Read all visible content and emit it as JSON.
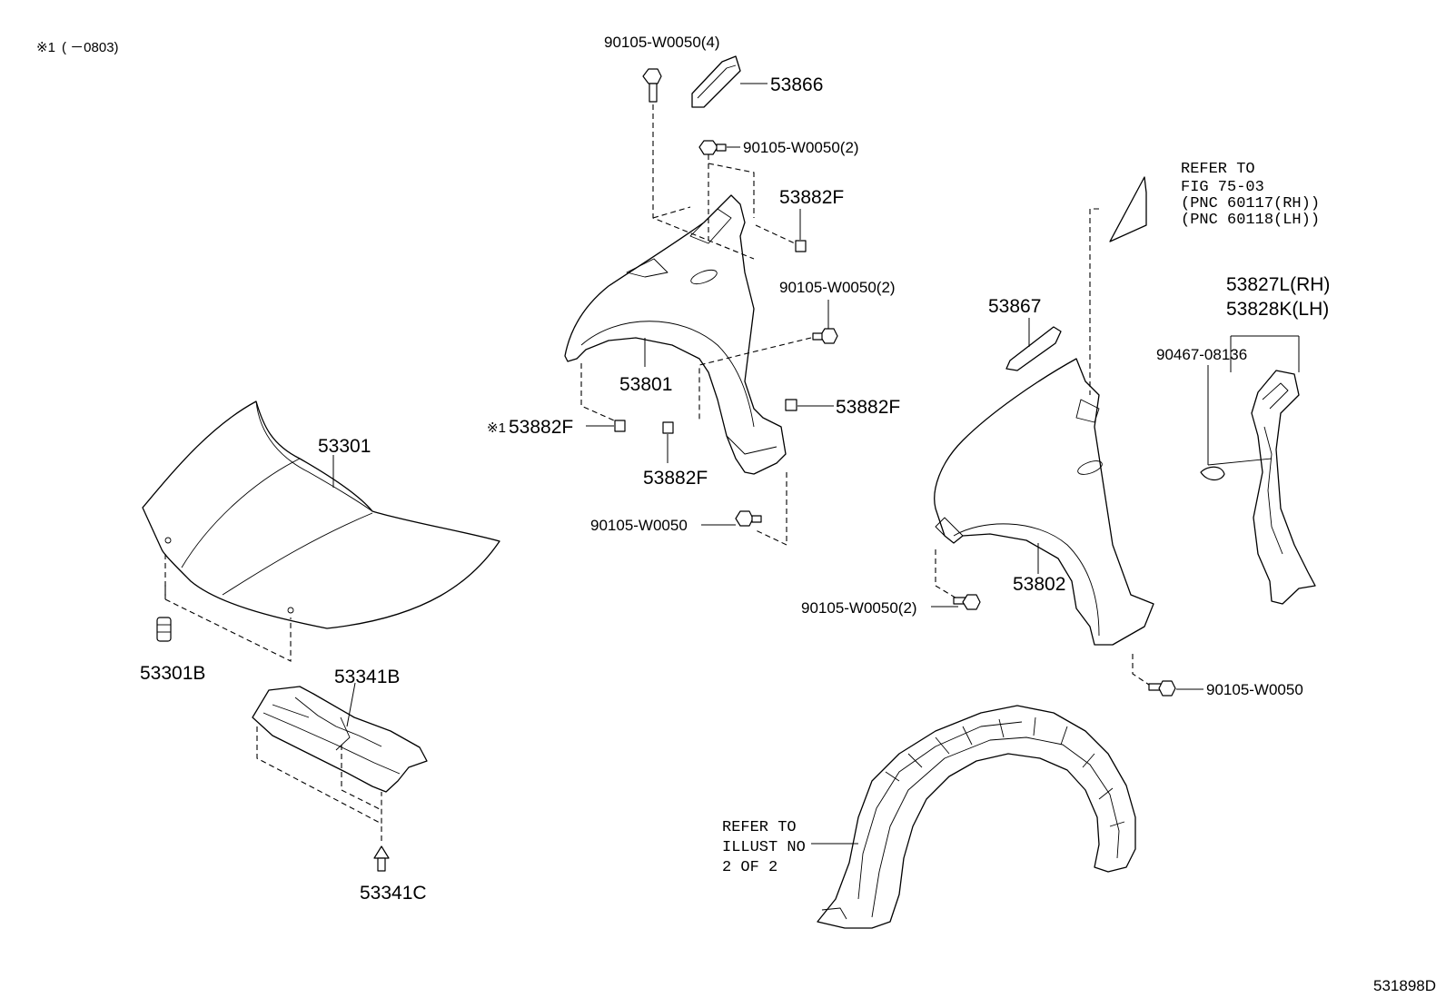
{
  "note": {
    "mark": "※1",
    "range": "(     －0803)"
  },
  "figure_code": "531898D",
  "parts": {
    "hood": "53301",
    "hood_cushion": "53301B",
    "hood_seal": "53341B",
    "hood_clip": "53341C",
    "fender_lh": "53801",
    "fender_rh": "53802",
    "fender_liner_upper": "53866",
    "fender_liner_upper_rh": "53867",
    "fender_nut_a": "53882F",
    "fender_nut_b": "53882F",
    "fender_nut_c": "53882F",
    "fender_nut_d": "53882F",
    "fender_nut_d_mark": "※1",
    "side_seal_rh": "53827L(RH)",
    "side_seal_lh": "53828K(LH)",
    "clip_90467": "90467-08136"
  },
  "bolts": {
    "b1": "90105-W0050(4)",
    "b2": "90105-W0050(2)",
    "b3": "90105-W0050(2)",
    "b4": "90105-W0050",
    "b5": "90105-W0050(2)",
    "b6": "90105-W0050"
  },
  "refer_fig": {
    "line1": "REFER TO",
    "line2": "FIG 75-03",
    "line3": "(PNC 60117(RH))",
    "line4": "(PNC 60118(LH))"
  },
  "refer_illust": {
    "line1": "REFER TO",
    "line2": "ILLUST NO",
    "line3": "2 OF 2"
  }
}
